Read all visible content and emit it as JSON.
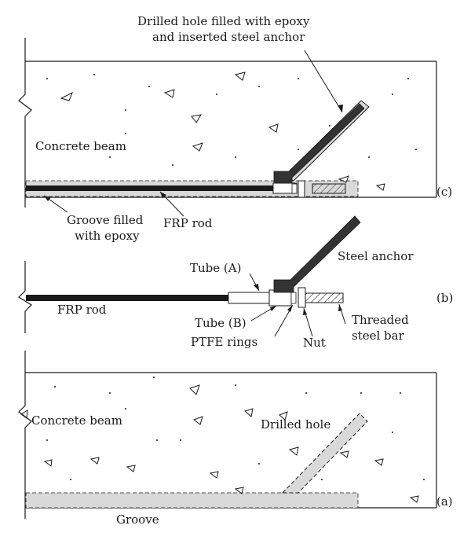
{
  "panel_c": {
    "label": "(c)",
    "hole_callout_line1": "Drilled hole filled with epoxy",
    "hole_callout_line2": "and inserted steel anchor",
    "beam_label": "Concrete beam",
    "groove_label_line1": "Groove filled",
    "groove_label_line2": "with epoxy",
    "rod_label": "FRP rod"
  },
  "panel_b": {
    "label": "(b)",
    "rod_label": "FRP rod",
    "tube_a": "Tube (A)",
    "tube_b": "Tube (B)",
    "ptfe": "PTFE rings",
    "nut": "Nut",
    "anchor": "Steel anchor",
    "threaded_line1": "Threaded",
    "threaded_line2": "steel bar"
  },
  "panel_a": {
    "label": "(a)",
    "beam_label": "Concrete beam",
    "hole_label": "Drilled hole",
    "groove_label": "Groove"
  },
  "colors": {
    "ink": "#1a1a1a",
    "groove_fill": "#d9d9d9",
    "anchor_fill": "#333333"
  }
}
